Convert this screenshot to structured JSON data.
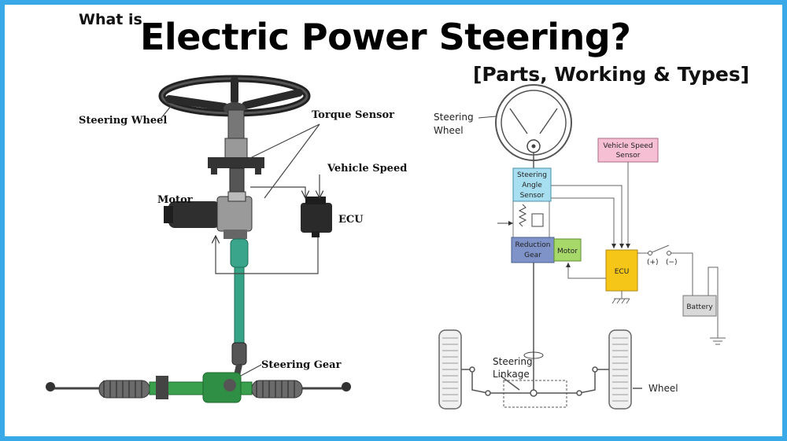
{
  "title": {
    "prefix": "What is",
    "main": "Electric Power Steering?",
    "subtitle": "[Parts, Working & Types]"
  },
  "left_diagram": {
    "labels": {
      "steering_wheel": "Steering Wheel",
      "torque_sensor": "Torque Sensor",
      "vehicle_speed": "Vehicle Speed",
      "motor": "Motor",
      "ecu": "ECU",
      "steering_gear": "Steering Gear"
    }
  },
  "right_diagram": {
    "labels": {
      "steering_wheel_line1": "Steering",
      "steering_wheel_line2": "Wheel",
      "vehicle_speed_sensor_line1": "Vehicle Speed",
      "vehicle_speed_sensor_line2": "Sensor",
      "steering_angle_sensor_line1": "Steering",
      "steering_angle_sensor_line2": "Angle",
      "steering_angle_sensor_line3": "Sensor",
      "reduction_gear_line1": "Reduction",
      "reduction_gear_line2": "Gear",
      "motor": "Motor",
      "ecu": "ECU",
      "plus": "(+)",
      "minus": "(−)",
      "battery": "Battery",
      "steering_linkage_line1": "Steering",
      "steering_linkage_line2": "Linkage",
      "wheel": "Wheel"
    },
    "colors": {
      "steering_angle_sensor": "#a8dff0",
      "vehicle_speed_sensor": "#f6bfd3",
      "reduction_gear": "#7f93c9",
      "motor": "#a6d86a",
      "ecu": "#f5c518",
      "battery": "#d9d9d9"
    }
  }
}
